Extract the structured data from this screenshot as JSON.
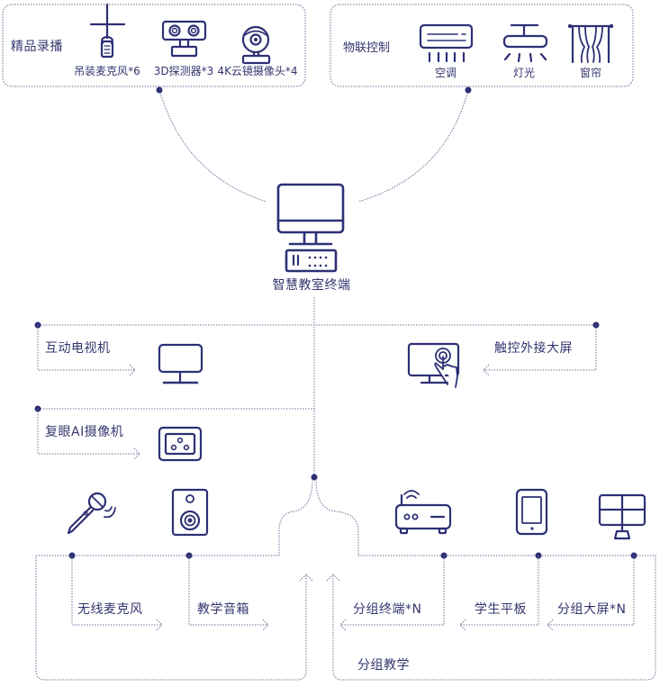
{
  "colors": {
    "primary": "#2d3075",
    "line": "#6b6e98",
    "text": "#33366e",
    "background": "#ffffff"
  },
  "top_left_group": {
    "title": "精品录播",
    "items": [
      {
        "icon": "hanging-microphone-icon",
        "label": "吊装麦克风*6"
      },
      {
        "icon": "3d-detector-icon",
        "label": "3D探测器*3"
      },
      {
        "icon": "webcam-icon",
        "label": "4K云镜摄像头*4"
      }
    ]
  },
  "top_right_group": {
    "title": "物联控制",
    "items": [
      {
        "icon": "air-conditioner-icon",
        "label": "空调"
      },
      {
        "icon": "ceiling-light-icon",
        "label": "灯光"
      },
      {
        "icon": "curtain-icon",
        "label": "窗帘"
      }
    ]
  },
  "center": {
    "icon": "desktop-computer-icon",
    "label": "智慧教室终端"
  },
  "side_devices": [
    {
      "icon": "monitor-icon",
      "label": "互动电视机"
    },
    {
      "icon": "ai-camera-icon",
      "label": "复眼AI摄像机"
    },
    {
      "icon": "touch-screen-icon",
      "label": "触控外接大屏"
    }
  ],
  "bottom_left_group": {
    "items": [
      {
        "icon": "wireless-microphone-icon",
        "label": "无线麦克风"
      },
      {
        "icon": "speaker-icon",
        "label": "教学音箱"
      }
    ]
  },
  "bottom_right_group": {
    "title": "分组教学",
    "items": [
      {
        "icon": "router-icon",
        "label": "分组终端*N"
      },
      {
        "icon": "tablet-icon",
        "label": "学生平板"
      },
      {
        "icon": "display-wall-icon",
        "label": "分组大屏*N"
      }
    ]
  }
}
